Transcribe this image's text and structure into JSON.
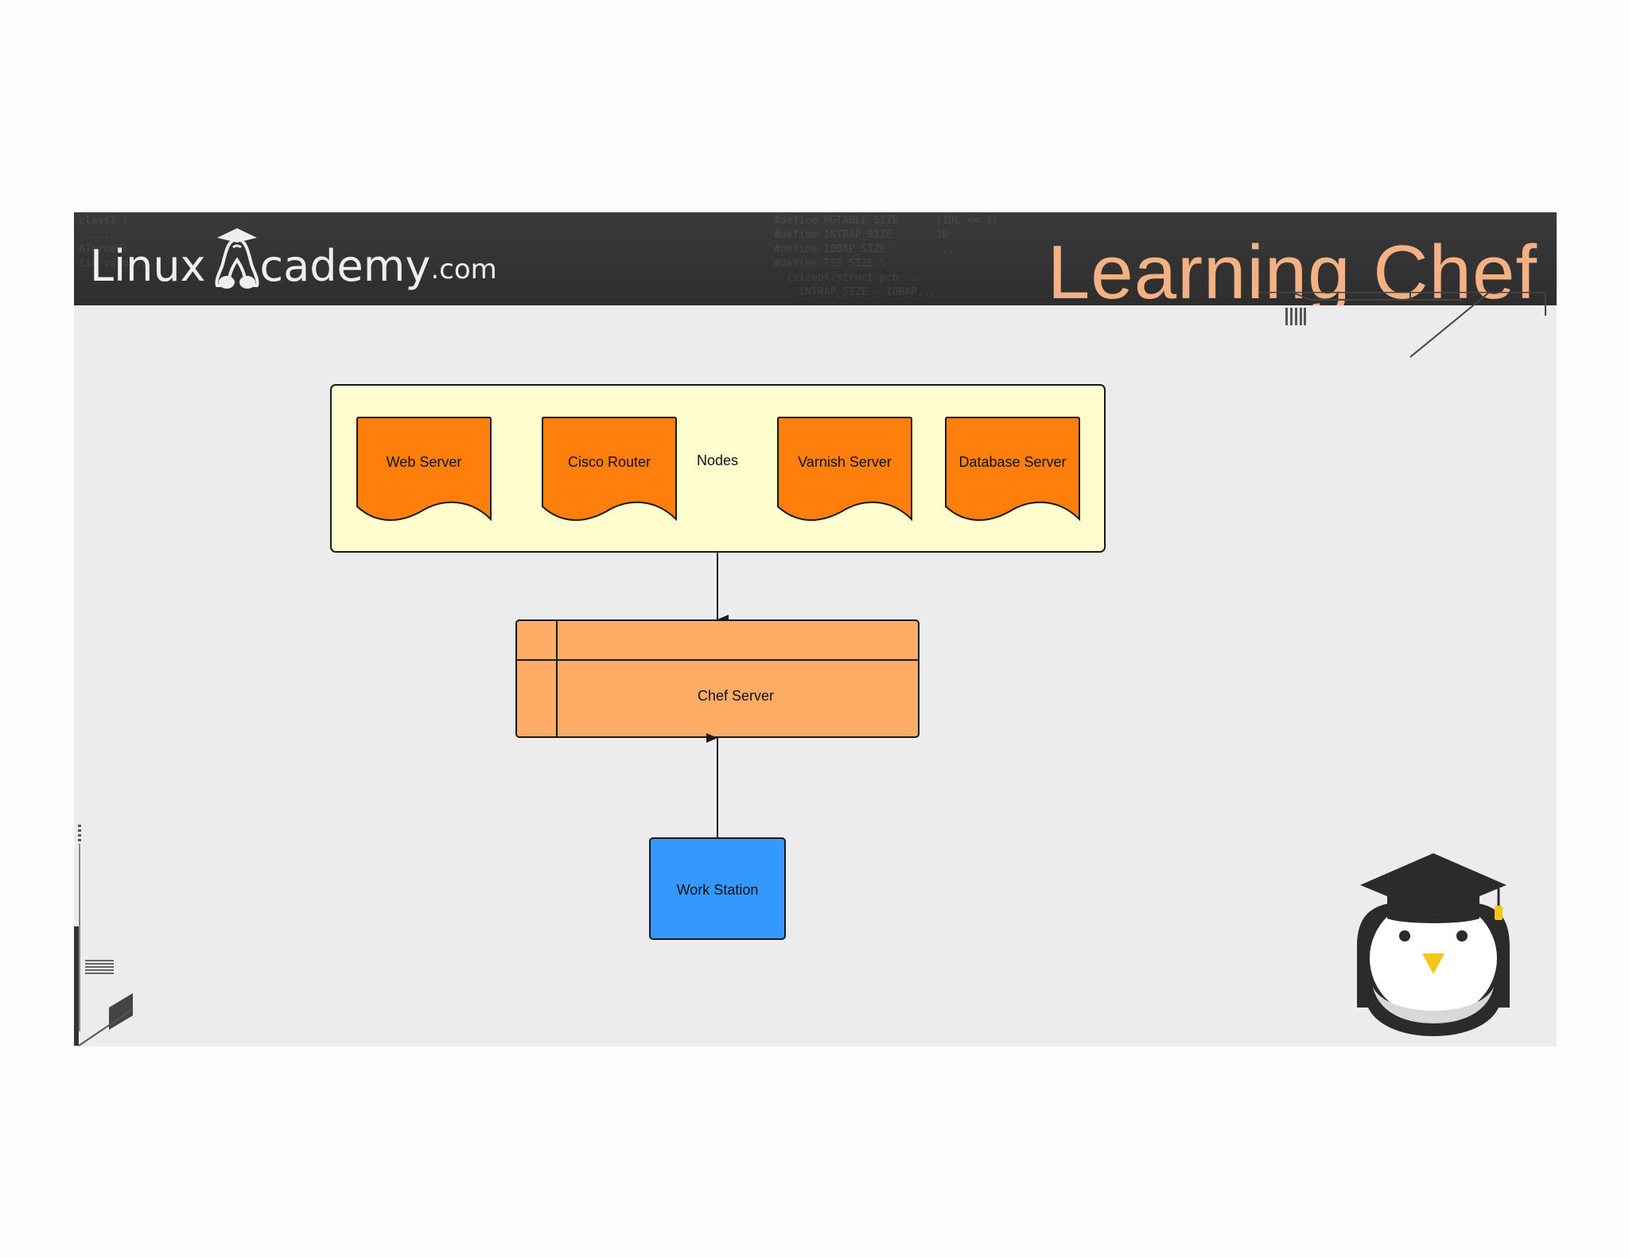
{
  "header": {
    "logo": {
      "word_left": "Linux",
      "word_right": "cademy",
      "domain": ".com"
    },
    "title": "Learning Chef"
  },
  "diagram": {
    "nodes_group": {
      "label": "Nodes",
      "fill": "#fefdce",
      "items": [
        {
          "label": "Web Server"
        },
        {
          "label": "Cisco Router"
        },
        {
          "label": "Varnish Server"
        },
        {
          "label": "Database Server"
        }
      ],
      "item_fill": "#fe7f0c"
    },
    "chef_server": {
      "label": "Chef Server",
      "fill": "#feac66"
    },
    "work_station": {
      "label": "Work Station",
      "fill": "#3399fe"
    },
    "edges": [
      {
        "from": "nodes_group",
        "to": "chef_server"
      },
      {
        "from": "work_station",
        "to": "chef_server"
      }
    ]
  },
  "colors": {
    "title": "#f4b184",
    "header_bg": "#333333",
    "slide_bg": "#ececec",
    "stroke": "#1a1a1a"
  },
  "icons": {
    "logo_mark": "penguin-a-icon",
    "mascot": "graduate-penguin-icon"
  }
}
